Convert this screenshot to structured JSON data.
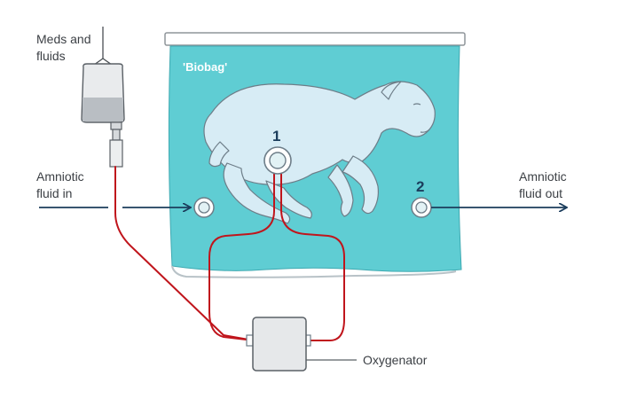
{
  "labels": {
    "meds_line1": "Meds and",
    "meds_line2": "fluids",
    "amniotic_in_line1": "Amniotic",
    "amniotic_in_line2": "fluid in",
    "amniotic_out_line1": "Amniotic",
    "amniotic_out_line2": "fluid out",
    "biobag": "'Biobag'",
    "oxygenator": "Oxygenator",
    "port_1": "1",
    "port_2": "2"
  },
  "colors": {
    "fluid": "#5fcdd3",
    "fluid_dark": "#3fb7c0",
    "lamb": "#d7ecf5",
    "lamb_outline": "#6d7d88",
    "tube": "#c0151c",
    "arrow": "#1b3d5c"
  }
}
